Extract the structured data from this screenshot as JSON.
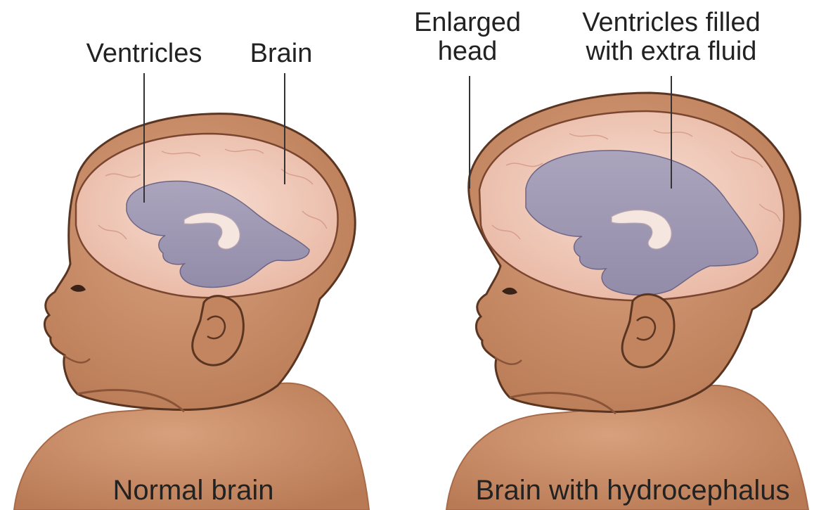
{
  "labels": {
    "ventricles": "Ventricles",
    "brain": "Brain",
    "enlarged_head": [
      "Enlarged",
      "head"
    ],
    "ventricles_filled": [
      "Ventricles filled",
      "with extra fluid"
    ]
  },
  "captions": {
    "normal": "Normal brain",
    "hydrocephalus": "Brain with hydrocephalus"
  },
  "colors": {
    "skin": "#c98e6a",
    "skin_dark": "#a86a48",
    "brain": "#f1d2c4",
    "ventricle": "#a09bb4",
    "outline": "#5a3522",
    "text": "#222222"
  }
}
